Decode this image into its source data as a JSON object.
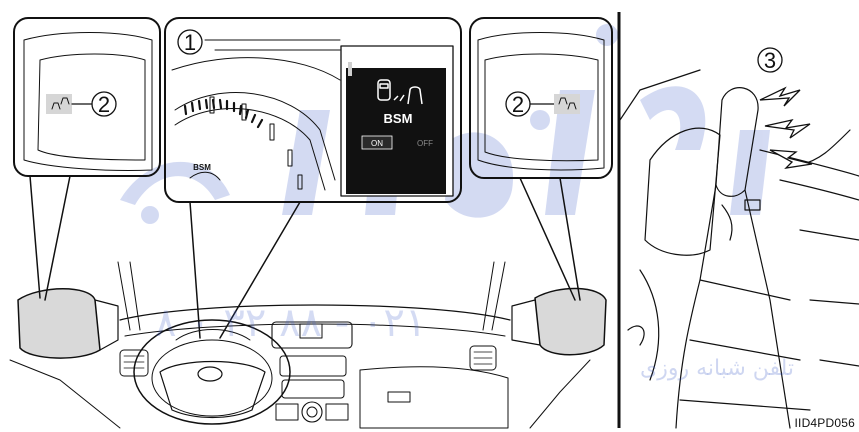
{
  "callouts": {
    "n1": "1",
    "n2_left": "2",
    "n2_right": "2",
    "n3": "3"
  },
  "display": {
    "title": "BSM",
    "on_label": "ON",
    "off_label": "OFF",
    "gauge_label": "BSM"
  },
  "figure_code": "IID4PD056",
  "watermark_number": "۰۲۱ - ۸۸ ۳۲ ۰ ۸",
  "watermark_phone": "تلفن شبانه روزی",
  "colors": {
    "line": "#111111",
    "screen": "#111111",
    "mirror_fill": "#d9d9d9",
    "watermark": "#3c5ac8"
  },
  "icons": [
    "bsm-indicator-icon",
    "bsm-car-icon",
    "mirror-indicator-icon",
    "buzzer-icon"
  ]
}
